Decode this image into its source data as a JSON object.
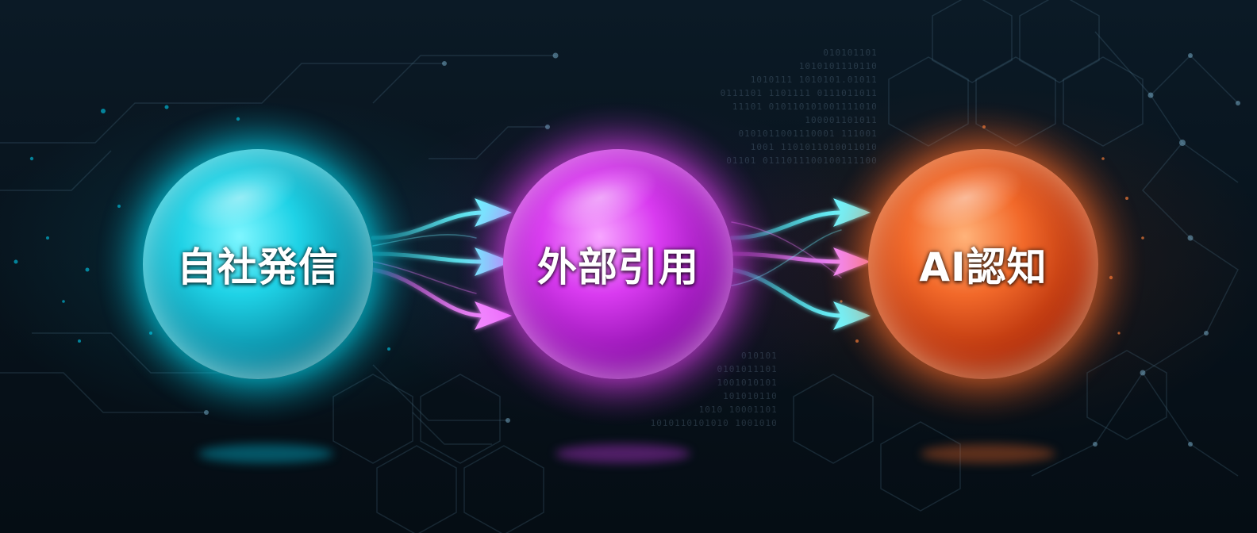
{
  "diagram": {
    "nodes": [
      {
        "id": "node-1",
        "label": "自社発信",
        "color": "#1fd2e6"
      },
      {
        "id": "node-2",
        "label": "外部引用",
        "color": "#d93bf0"
      },
      {
        "id": "node-3",
        "label": "AI認知",
        "color": "#f2692a"
      }
    ],
    "flows": [
      {
        "from": "自社発信",
        "to": "外部引用"
      },
      {
        "from": "外部引用",
        "to": "AI認知"
      }
    ],
    "colors": {
      "cyan": "#3ee8f5",
      "magenta": "#e85cf5",
      "orange": "#f2692a",
      "background": "#07121c"
    }
  }
}
